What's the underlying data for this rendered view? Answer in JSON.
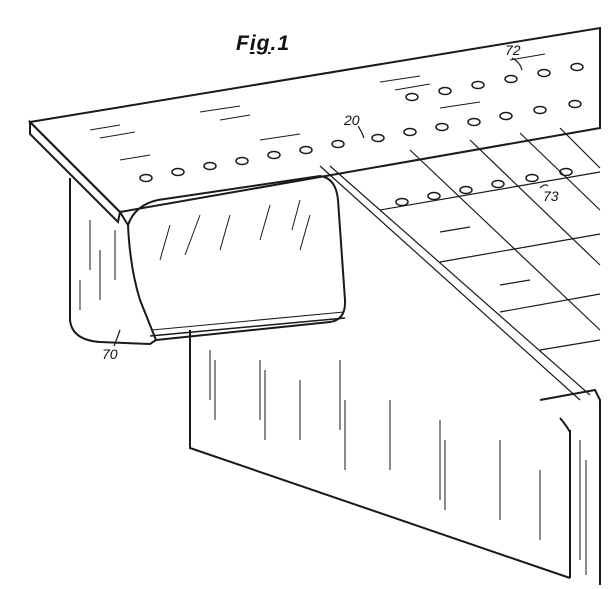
{
  "figure": {
    "title_prefix": "F",
    "title_underlined": "ig",
    "title_suffix": ".1"
  },
  "reference_numerals": {
    "n72": "72",
    "n20": "20",
    "n73": "73",
    "n70": "70"
  },
  "ink_color": "#1a1a1a"
}
